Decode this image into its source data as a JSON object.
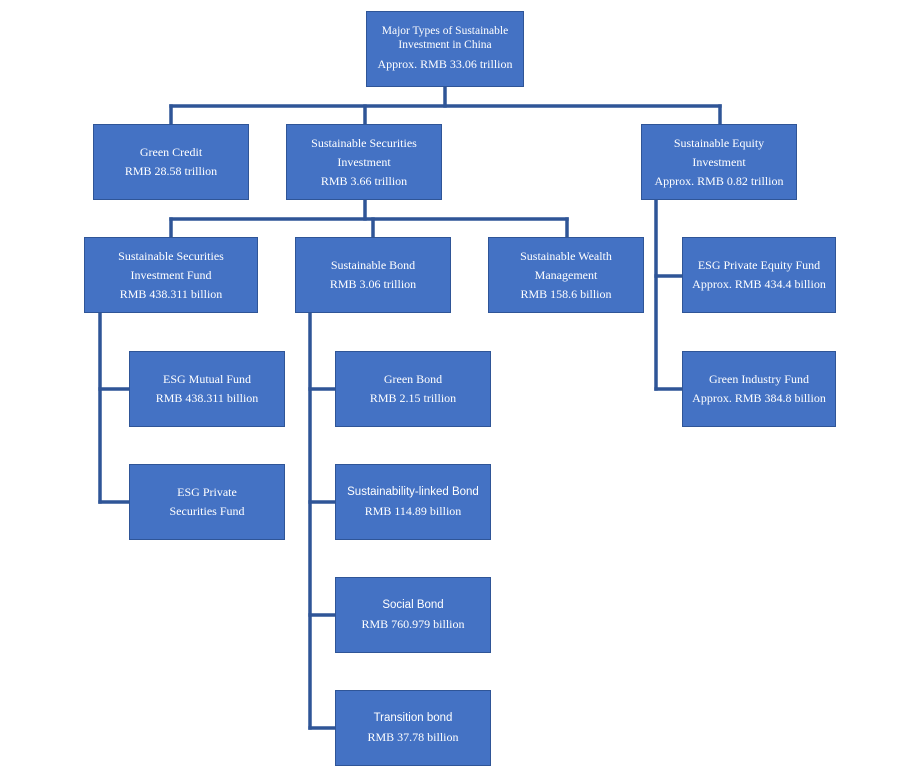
{
  "diagram": {
    "root": {
      "line1": "Major Types of Sustainable",
      "line2": "Investment in China",
      "line3": "Approx. RMB 33.06 trillion"
    },
    "green_credit": {
      "line1": "Green Credit",
      "line2": "RMB 28.58 trillion"
    },
    "sec_investment": {
      "line1": "Sustainable Securities",
      "line2": "Investment",
      "line3": "RMB 3.66 trillion"
    },
    "equity_investment": {
      "line1": "Sustainable Equity",
      "line2": "Investment",
      "line3": "Approx. RMB 0.82 trillion"
    },
    "sec_fund": {
      "line1": "Sustainable Securities",
      "line2": "Investment Fund",
      "line3": "RMB 438.311 billion"
    },
    "sust_bond": {
      "line1": "Sustainable Bond",
      "line2": "RMB 3.06 trillion"
    },
    "wealth_mgmt": {
      "line1": "Sustainable Wealth",
      "line2": "Management",
      "line3": "RMB 158.6 billion"
    },
    "esg_mutual": {
      "line1": "ESG Mutual Fund",
      "line2": "RMB 438.311 billion"
    },
    "esg_private_sec": {
      "line1": "ESG Private",
      "line2": "Securities Fund"
    },
    "green_bond": {
      "line1": "Green Bond",
      "line2": "RMB 2.15 trillion"
    },
    "sl_bond": {
      "line1": "Sustainability-linked Bond",
      "line2": "RMB 114.89 billion"
    },
    "social_bond": {
      "line1": "Social Bond",
      "line2": "RMB 760.979 billion"
    },
    "transition_bond": {
      "line1": "Transition bond",
      "line2": "RMB 37.78 billion"
    },
    "esg_pe_fund": {
      "line1": "ESG Private Equity Fund",
      "line2": "Approx. RMB 434.4 billion"
    },
    "green_industry_fund": {
      "line1": "Green Industry Fund",
      "line2": "Approx. RMB 384.8 billion"
    }
  },
  "colors": {
    "box_fill": "#4472C4",
    "box_border": "#2F5597",
    "connector": "#2F5597",
    "text": "#FFFFFF"
  }
}
